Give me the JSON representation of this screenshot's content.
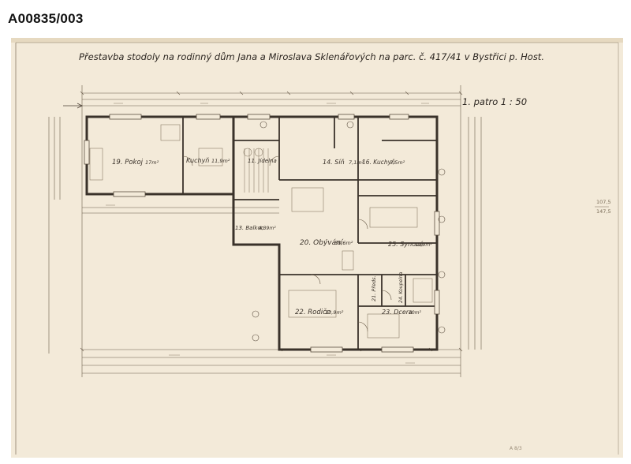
{
  "document": {
    "archive_id": "A00835/003",
    "title": "Přestavba stodoly na rodinný dům Jana a Miroslava Sklenářových na parc. č. 417/41 v Bystřici p. Host.",
    "floor_label": "1. patro 1 : 50",
    "colors": {
      "paper": "#f3ead9",
      "ink": "#5b4e3f",
      "strong_ink": "#2b2520"
    },
    "rooms": [
      {
        "id": "19",
        "label": "19. Pokoj",
        "area": "17m²"
      },
      {
        "id": "18",
        "label": "Kuchyň",
        "area": "11,9m²"
      },
      {
        "id": "11",
        "label": "11. Jídelna",
        "area": ""
      },
      {
        "id": "14",
        "label": "14. Síň",
        "area": "7,1m²"
      },
      {
        "id": "16",
        "label": "16. Kuchyň",
        "area": "7,5m²"
      },
      {
        "id": "13",
        "label": "13. Balkon",
        "area": "4,39m²"
      },
      {
        "id": "20",
        "label": "20. Obývání",
        "area": "38,6m²"
      },
      {
        "id": "25",
        "label": "25. Synové",
        "area": "12,9m²"
      },
      {
        "id": "21",
        "label": "21. Předs.",
        "area": ""
      },
      {
        "id": "24",
        "label": "24. Koupelna",
        "area": ""
      },
      {
        "id": "22",
        "label": "22. Rodiče",
        "area": "13,9m²"
      },
      {
        "id": "23",
        "label": "23. Dcera",
        "area": "10m²"
      }
    ],
    "side_notes": [
      "107,5",
      "147,5"
    ],
    "footer_note": "A 8/3"
  }
}
